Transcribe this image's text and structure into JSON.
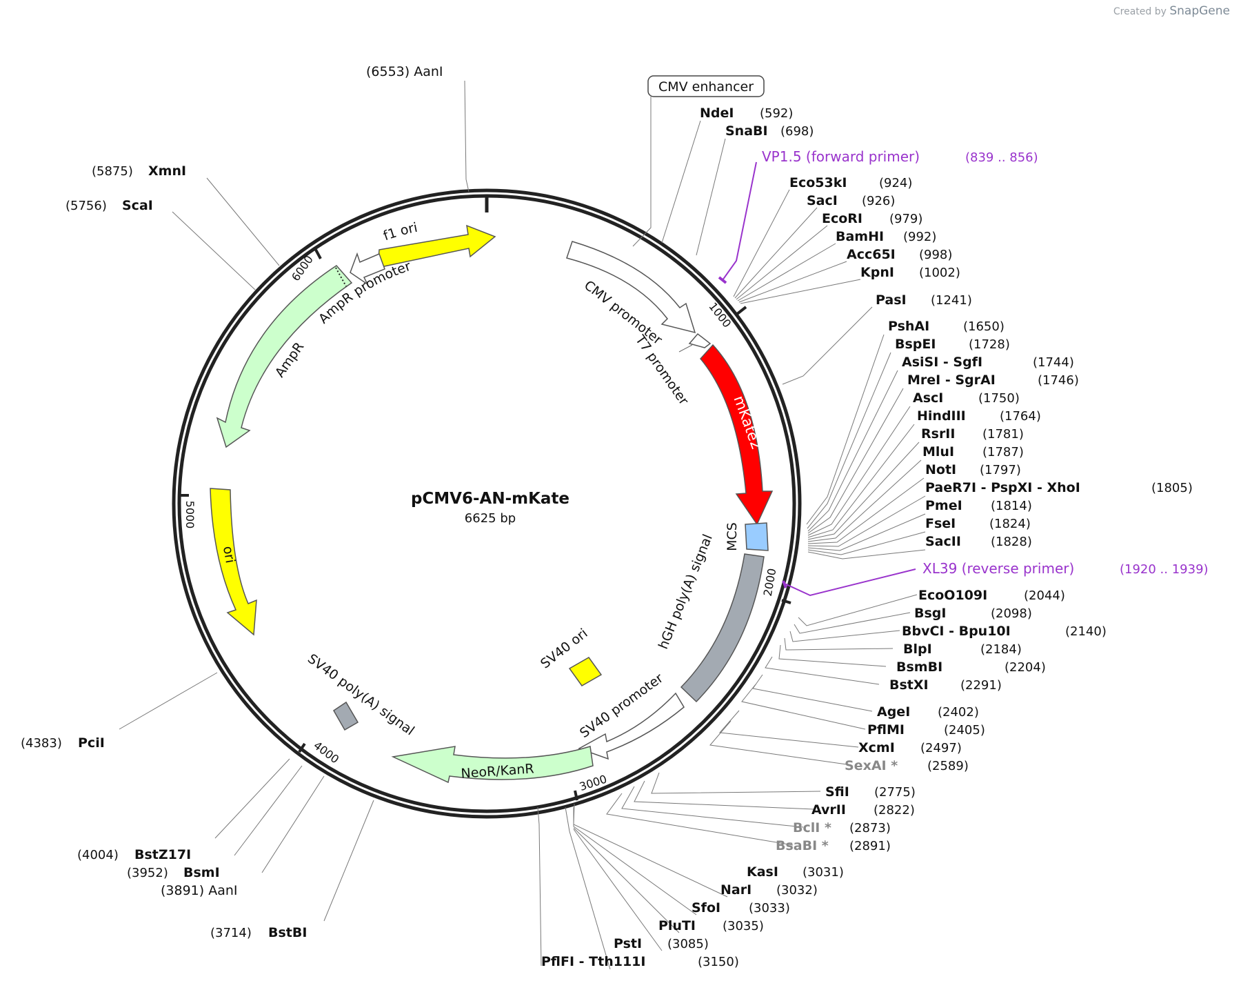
{
  "credit": {
    "prefix": "Created by",
    "brand": "SnapGene"
  },
  "plasmid": {
    "name": "pCMV6-AN-mKate",
    "size_label": "6625 bp",
    "length": 6625
  },
  "ticks": [
    {
      "pos": 1000,
      "label": "1000"
    },
    {
      "pos": 2000,
      "label": "2000"
    },
    {
      "pos": 3000,
      "label": "3000"
    },
    {
      "pos": 4000,
      "label": "4000"
    },
    {
      "pos": 5000,
      "label": "5000"
    },
    {
      "pos": 6000,
      "label": "6000"
    }
  ],
  "features": [
    {
      "name": "f1 ori",
      "color": "#ffff00"
    },
    {
      "name": "AmpR promoter",
      "color": "#ffffff"
    },
    {
      "name": "AmpR",
      "color": "#ccffcc"
    },
    {
      "name": "ori",
      "color": "#ffff00"
    },
    {
      "name": "CMV enhancer",
      "color": "#ffffff"
    },
    {
      "name": "CMV promoter",
      "color": "#ffffff"
    },
    {
      "name": "T7 promoter",
      "color": "#ffffff"
    },
    {
      "name": "mKate2",
      "color": "#ff0000"
    },
    {
      "name": "MCS",
      "color": "#99ccff"
    },
    {
      "name": "hGH poly(A) signal",
      "color": "#a3aab2"
    },
    {
      "name": "SV40 promoter",
      "color": "#ffffff"
    },
    {
      "name": "NeoR/KanR",
      "color": "#ccffcc"
    },
    {
      "name": "SV40 poly(A) signal",
      "color": "#a3aab2"
    },
    {
      "name": "SV40 ori",
      "color": "#ffff00"
    }
  ],
  "primers": [
    {
      "name": "VP1.5 (forward primer)",
      "range": "(839 .. 856)",
      "color": "#9933cc"
    },
    {
      "name": "XL39 (reverse primer)",
      "range": "(1920 .. 1939)",
      "color": "#9933cc"
    }
  ],
  "sites": [
    {
      "label": "(6553)  AanI",
      "bold": false
    },
    {
      "label": "(5875)",
      "name": "XmnI"
    },
    {
      "label": "(5756)",
      "name": "ScaI"
    },
    {
      "label": "(4383)",
      "name": "PciI"
    },
    {
      "label": "(4004)",
      "name": "BstZ17I"
    },
    {
      "label": "(3952)",
      "name": "BsmI"
    },
    {
      "label": "(3891)  AanI",
      "bold": false
    },
    {
      "label": "(3714)",
      "name": "BstBI"
    },
    {
      "name": "NdeI",
      "pos": "(592)"
    },
    {
      "name": "SnaBI",
      "pos": "(698)"
    },
    {
      "name": "Eco53kI",
      "pos": "(924)"
    },
    {
      "name": "SacI",
      "pos": "(926)"
    },
    {
      "name": "EcoRI",
      "pos": "(979)"
    },
    {
      "name": "BamHI",
      "pos": "(992)"
    },
    {
      "name": "Acc65I",
      "pos": "(998)"
    },
    {
      "name": "KpnI",
      "pos": "(1002)"
    },
    {
      "name": "PasI",
      "pos": "(1241)"
    },
    {
      "name": "PshAI",
      "pos": "(1650)"
    },
    {
      "name": "BspEI",
      "pos": "(1728)"
    },
    {
      "name": "AsiSI  -  SgfI",
      "pos": "(1744)"
    },
    {
      "name": "MreI  -  SgrAI",
      "pos": "(1746)"
    },
    {
      "name": "AscI",
      "pos": "(1750)"
    },
    {
      "name": "HindIII",
      "pos": "(1764)"
    },
    {
      "name": "RsrII",
      "pos": "(1781)"
    },
    {
      "name": "MluI",
      "pos": "(1787)"
    },
    {
      "name": "NotI",
      "pos": "(1797)"
    },
    {
      "name": "PaeR7I  -  PspXI  -  XhoI",
      "pos": "(1805)"
    },
    {
      "name": "PmeI",
      "pos": "(1814)"
    },
    {
      "name": "FseI",
      "pos": "(1824)"
    },
    {
      "name": "SacII",
      "pos": "(1828)"
    },
    {
      "name": "EcoO109I",
      "pos": "(2044)"
    },
    {
      "name": "BsgI",
      "pos": "(2098)"
    },
    {
      "name": "BbvCI  -  Bpu10I",
      "pos": "(2140)"
    },
    {
      "name": "BlpI",
      "pos": "(2184)"
    },
    {
      "name": "BsmBI",
      "pos": "(2204)"
    },
    {
      "name": "BstXI",
      "pos": "(2291)"
    },
    {
      "name": "AgeI",
      "pos": "(2402)"
    },
    {
      "name": "PflMI",
      "pos": "(2405)"
    },
    {
      "name": "XcmI",
      "pos": "(2497)"
    },
    {
      "name": "SexAI *",
      "pos": "(2589)",
      "gray": true
    },
    {
      "name": "SfiI",
      "pos": "(2775)"
    },
    {
      "name": "AvrII",
      "pos": "(2822)"
    },
    {
      "name": "BclI *",
      "pos": "(2873)",
      "gray": true
    },
    {
      "name": "BsaBI *",
      "pos": "(2891)",
      "gray": true
    },
    {
      "name": "KasI",
      "pos": "(3031)"
    },
    {
      "name": "NarI",
      "pos": "(3032)"
    },
    {
      "name": "SfoI",
      "pos": "(3033)"
    },
    {
      "name": "PluTI",
      "pos": "(3035)"
    },
    {
      "name": "PstI",
      "pos": "(3085)"
    },
    {
      "name": "PflFI  -  Tth111I",
      "pos": "(3150)"
    }
  ]
}
